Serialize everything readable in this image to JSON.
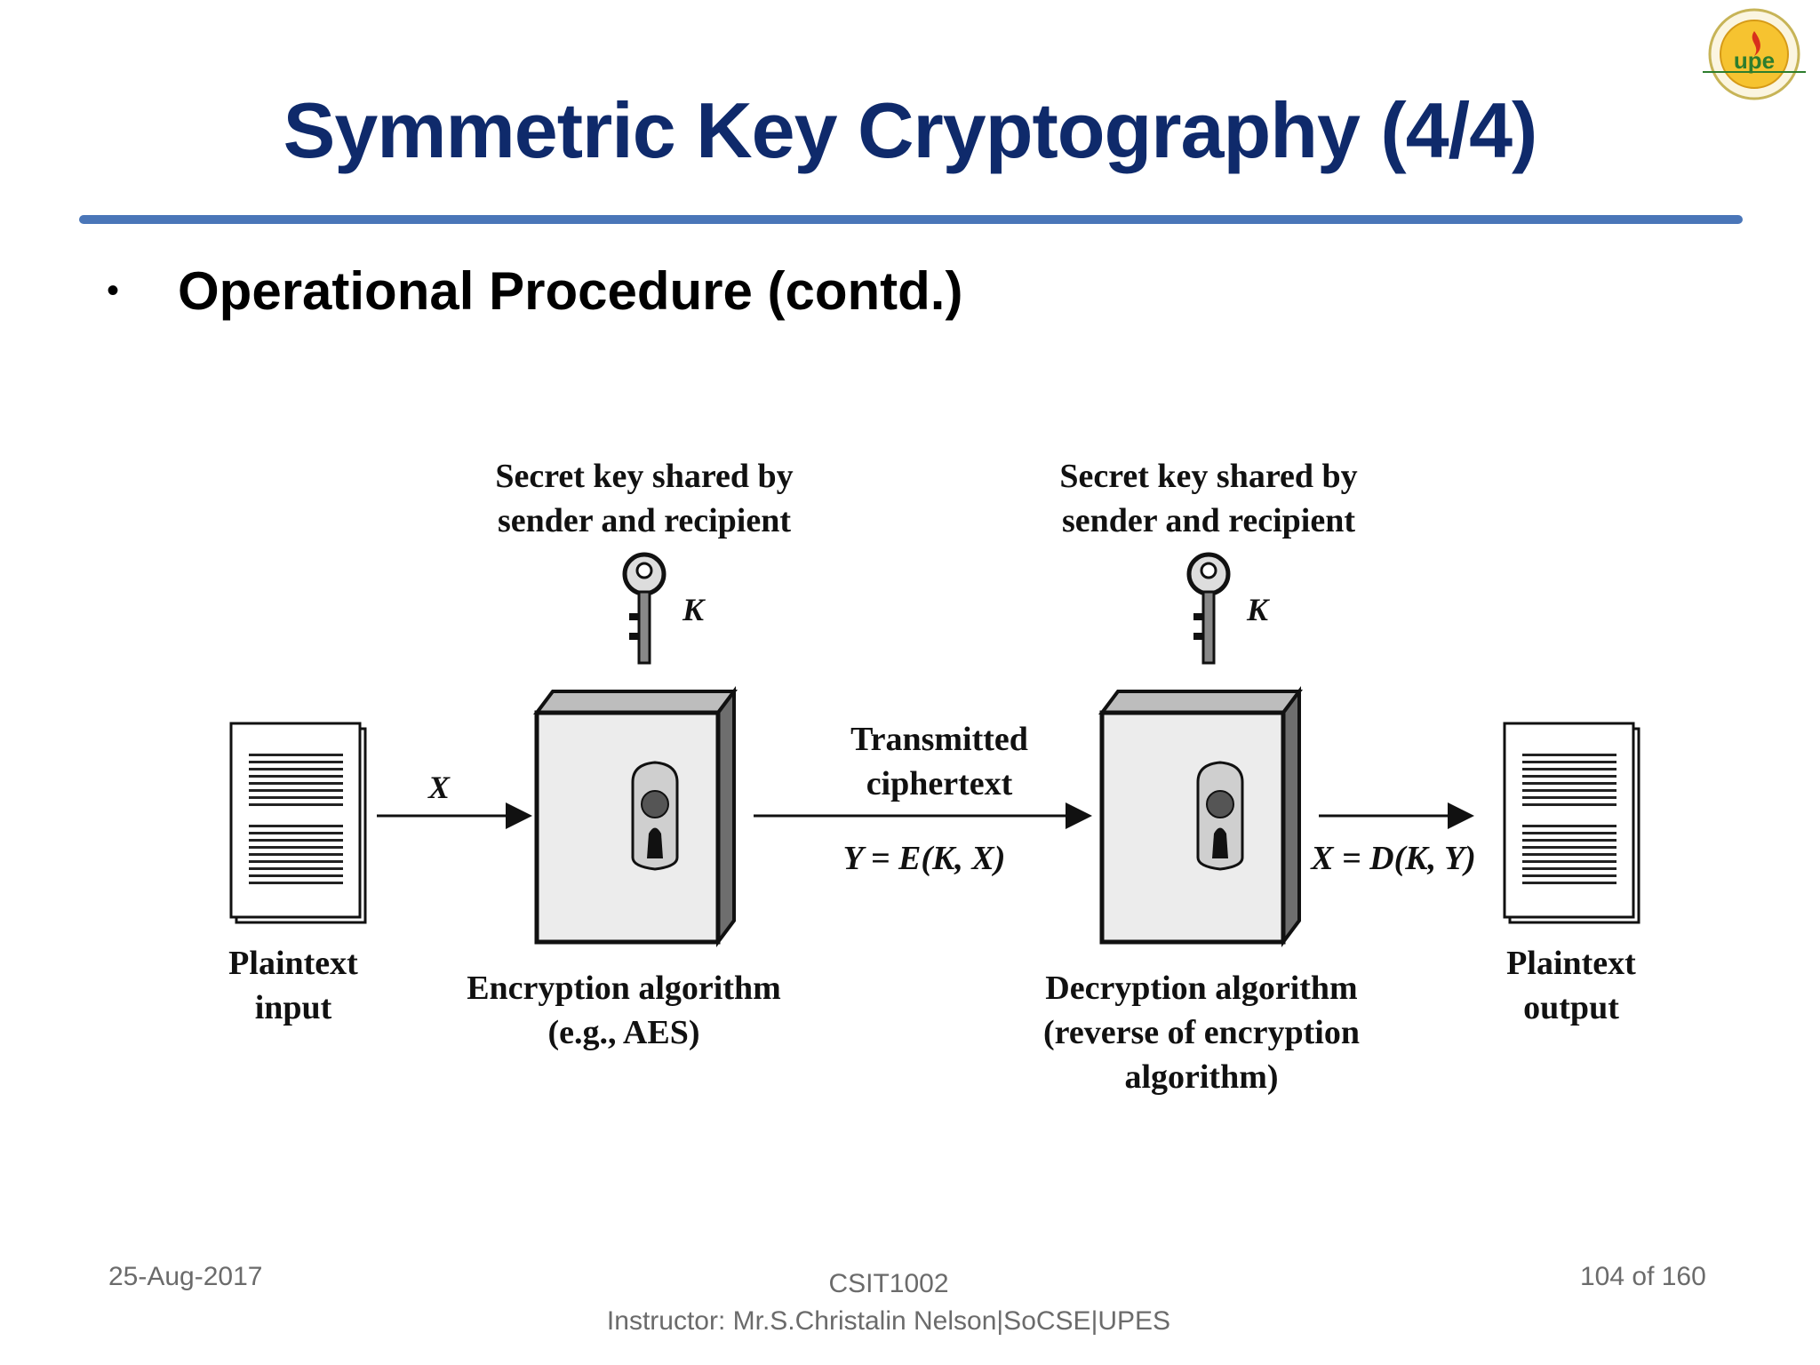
{
  "slide": {
    "title": "Symmetric Key Cryptography (4/4)",
    "bullet": "Operational Procedure (contd.)"
  },
  "diagram": {
    "key_label_left": [
      "Secret key shared by",
      "sender and recipient"
    ],
    "key_label_right": [
      "Secret key shared by",
      "sender and recipient"
    ],
    "key_symbol": "K",
    "plaintext_input": [
      "Plaintext",
      "input"
    ],
    "x_label": "X",
    "encryption": [
      "Encryption algorithm",
      "(e.g., AES)"
    ],
    "transmitted": [
      "Transmitted",
      "ciphertext"
    ],
    "y_formula": "Y = E(K, X)",
    "decryption": [
      "Decryption algorithm",
      "(reverse of encryption",
      "algorithm)"
    ],
    "x_formula": "X = D(K, Y)",
    "plaintext_output": [
      "Plaintext",
      "output"
    ]
  },
  "footer": {
    "date": "25-Aug-2017",
    "course": "CSIT1002",
    "instructor": "Instructor: Mr.S.Christalin Nelson|SoCSE|UPES",
    "page": "104 of 160"
  },
  "logo": {
    "letters": "upe"
  },
  "colors": {
    "title": "#0f2a6b",
    "rule": "#4a76b8",
    "footer": "#6b6b6b"
  }
}
